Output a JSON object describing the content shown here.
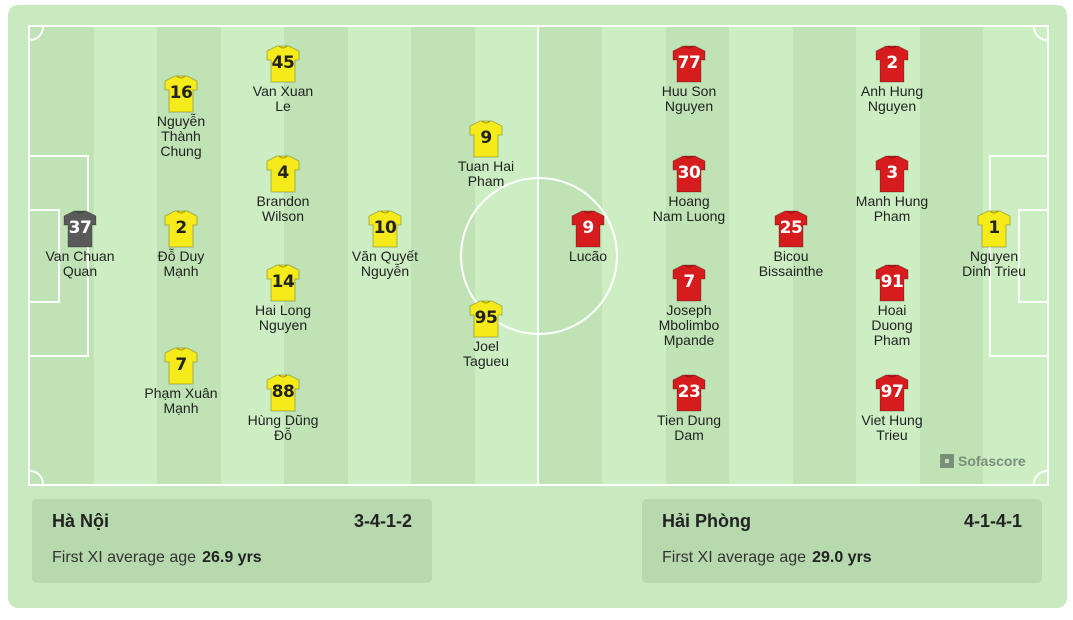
{
  "branding": {
    "name": "Sofascore",
    "icon": "sofascore-logo-icon"
  },
  "colors": {
    "home_shirt": "#f5ea1a",
    "home_gk_shirt": "#5a5a5a",
    "away_shirt": "#d61c1c",
    "away_gk_shirt": "#f5ea1a",
    "pitch_light": "#cdeec3",
    "pitch_dark": "#bfe3b4"
  },
  "home": {
    "team_name": "Hà Nội",
    "formation": "3-4-1-2",
    "age_label": "First XI average age",
    "age_value": "26.9 yrs",
    "players": [
      {
        "number": "37",
        "name": [
          "Van Chuan",
          "Quan"
        ],
        "role": "gk"
      },
      {
        "number": "16",
        "name": [
          "Nguyễn",
          "Thành",
          "Chung"
        ],
        "role": "field"
      },
      {
        "number": "2",
        "name": [
          "Đỗ Duy",
          "Mạnh"
        ],
        "role": "field"
      },
      {
        "number": "7",
        "name": [
          "Phạm Xuân",
          "Mạnh"
        ],
        "role": "field"
      },
      {
        "number": "45",
        "name": [
          "Van Xuan",
          "Le"
        ],
        "role": "field"
      },
      {
        "number": "4",
        "name": [
          "Brandon",
          "Wilson"
        ],
        "role": "field"
      },
      {
        "number": "14",
        "name": [
          "Hai Long",
          "Nguyen"
        ],
        "role": "field"
      },
      {
        "number": "88",
        "name": [
          "Hùng Dũng",
          "Đỗ"
        ],
        "role": "field"
      },
      {
        "number": "10",
        "name": [
          "Văn Quyết",
          "Nguyễn"
        ],
        "role": "field"
      },
      {
        "number": "9",
        "name": [
          "Tuan Hai",
          "Pham"
        ],
        "role": "field"
      },
      {
        "number": "95",
        "name": [
          "Joel",
          "Tagueu"
        ],
        "role": "field"
      }
    ]
  },
  "away": {
    "team_name": "Hải Phòng",
    "formation": "4-1-4-1",
    "age_label": "First XI average age",
    "age_value": "29.0 yrs",
    "players": [
      {
        "number": "9",
        "name": [
          "Lucão"
        ],
        "role": "field"
      },
      {
        "number": "77",
        "name": [
          "Huu Son",
          "Nguyen"
        ],
        "role": "field"
      },
      {
        "number": "30",
        "name": [
          "Hoang",
          "Nam Luong"
        ],
        "role": "field"
      },
      {
        "number": "7",
        "name": [
          "Joseph",
          "Mbolimbo",
          "Mpande"
        ],
        "role": "field"
      },
      {
        "number": "23",
        "name": [
          "Tien Dung",
          "Dam"
        ],
        "role": "field"
      },
      {
        "number": "25",
        "name": [
          "Bicou",
          "Bissainthe"
        ],
        "role": "field"
      },
      {
        "number": "2",
        "name": [
          "Anh Hung",
          "Nguyen"
        ],
        "role": "field"
      },
      {
        "number": "3",
        "name": [
          "Manh Hung",
          "Pham"
        ],
        "role": "field"
      },
      {
        "number": "91",
        "name": [
          "Hoai",
          "Duong",
          "Pham"
        ],
        "role": "field"
      },
      {
        "number": "97",
        "name": [
          "Viet Hung",
          "Trieu"
        ],
        "role": "field"
      },
      {
        "number": "1",
        "name": [
          "Nguyen",
          "Dinh Trieu"
        ],
        "role": "gk"
      }
    ]
  }
}
